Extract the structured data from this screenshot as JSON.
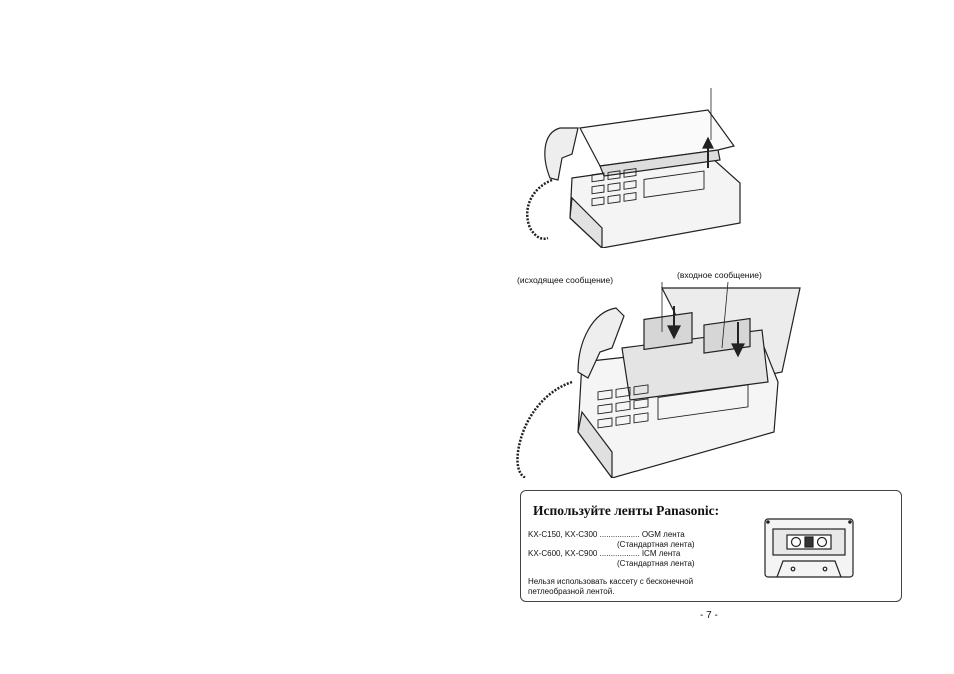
{
  "labels": {
    "ogm": "(исходящее сообщение)",
    "icm": "(входное сообщение)"
  },
  "info_box": {
    "title": "Используйте ленты Panasonic:",
    "specs": [
      {
        "models": "KX-C150, KX-C300 .................. OGM лента",
        "sub": "(Стандартная лента)"
      },
      {
        "models": "KX-C600, KX-C900 .................. ICM лента",
        "sub": "(Стандартная лента)"
      }
    ],
    "warning": "Нельзя использовать кассету с бесконечной петлеобразной лентой."
  },
  "page_number": "- 7 -",
  "icons": {
    "figure1": "answering-machine-closed-icon",
    "figure2": "answering-machine-open-cassettes-icon",
    "cassette": "cassette-tape-icon"
  }
}
